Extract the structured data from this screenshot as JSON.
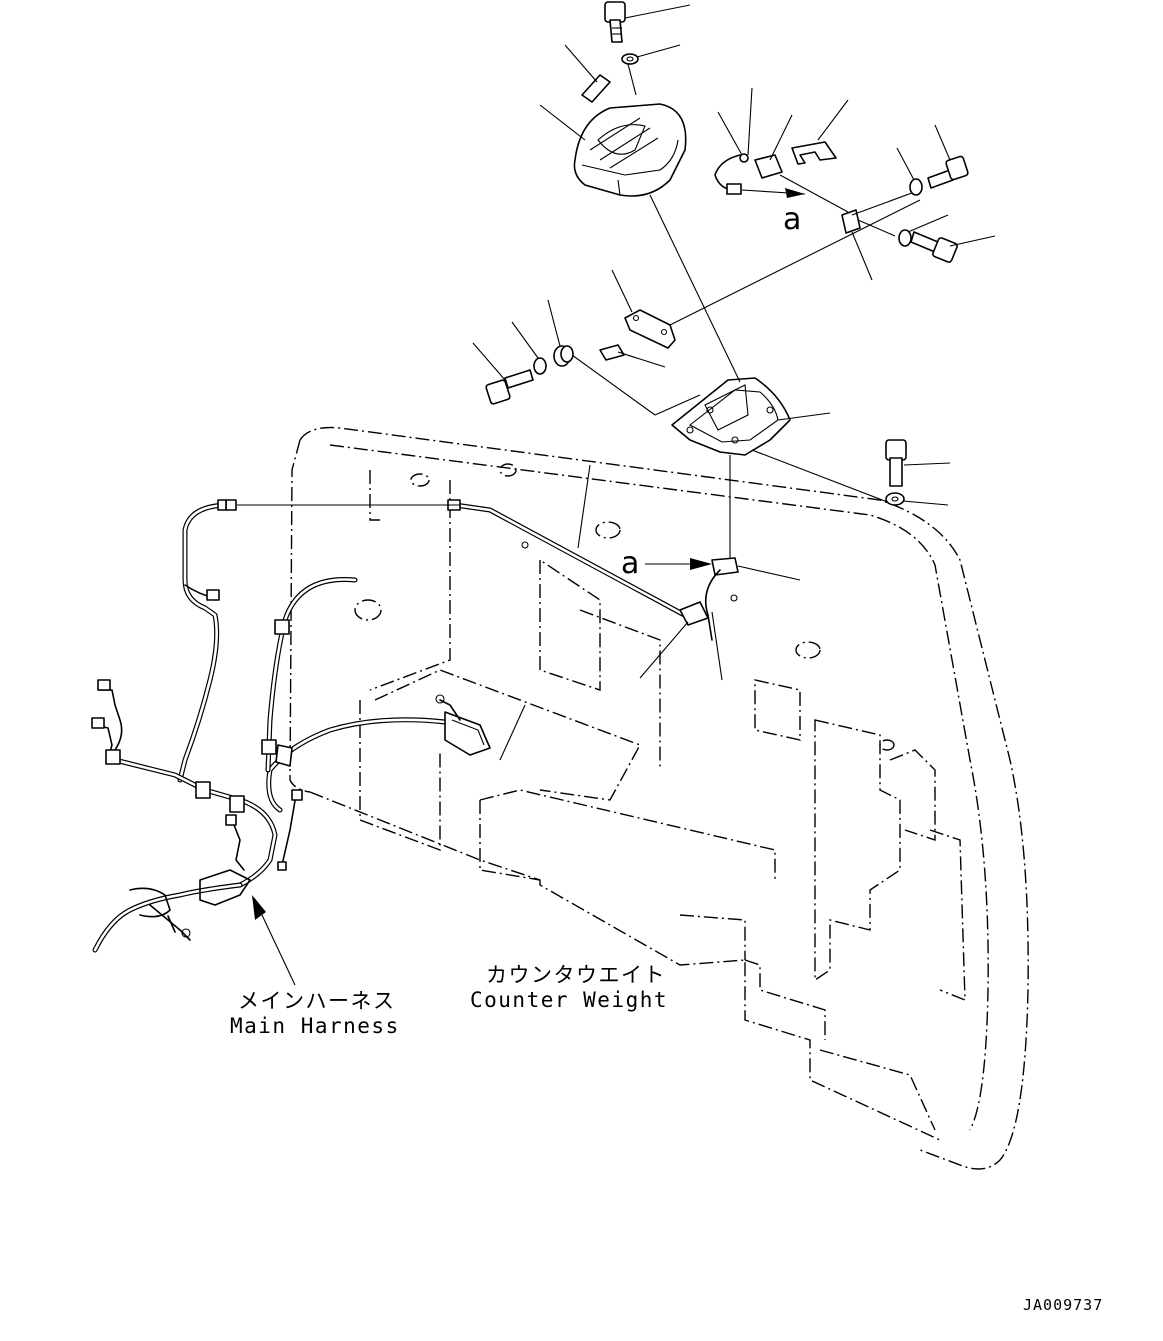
{
  "labels": {
    "main_harness_jp": "メインハーネス",
    "main_harness_en": "Main Harness",
    "counter_weight_jp": "カウンタウエイト",
    "counter_weight_en": "Counter Weight",
    "marker_a_top": "a",
    "marker_a_lower": "a"
  },
  "drawing_code": "JA009737"
}
